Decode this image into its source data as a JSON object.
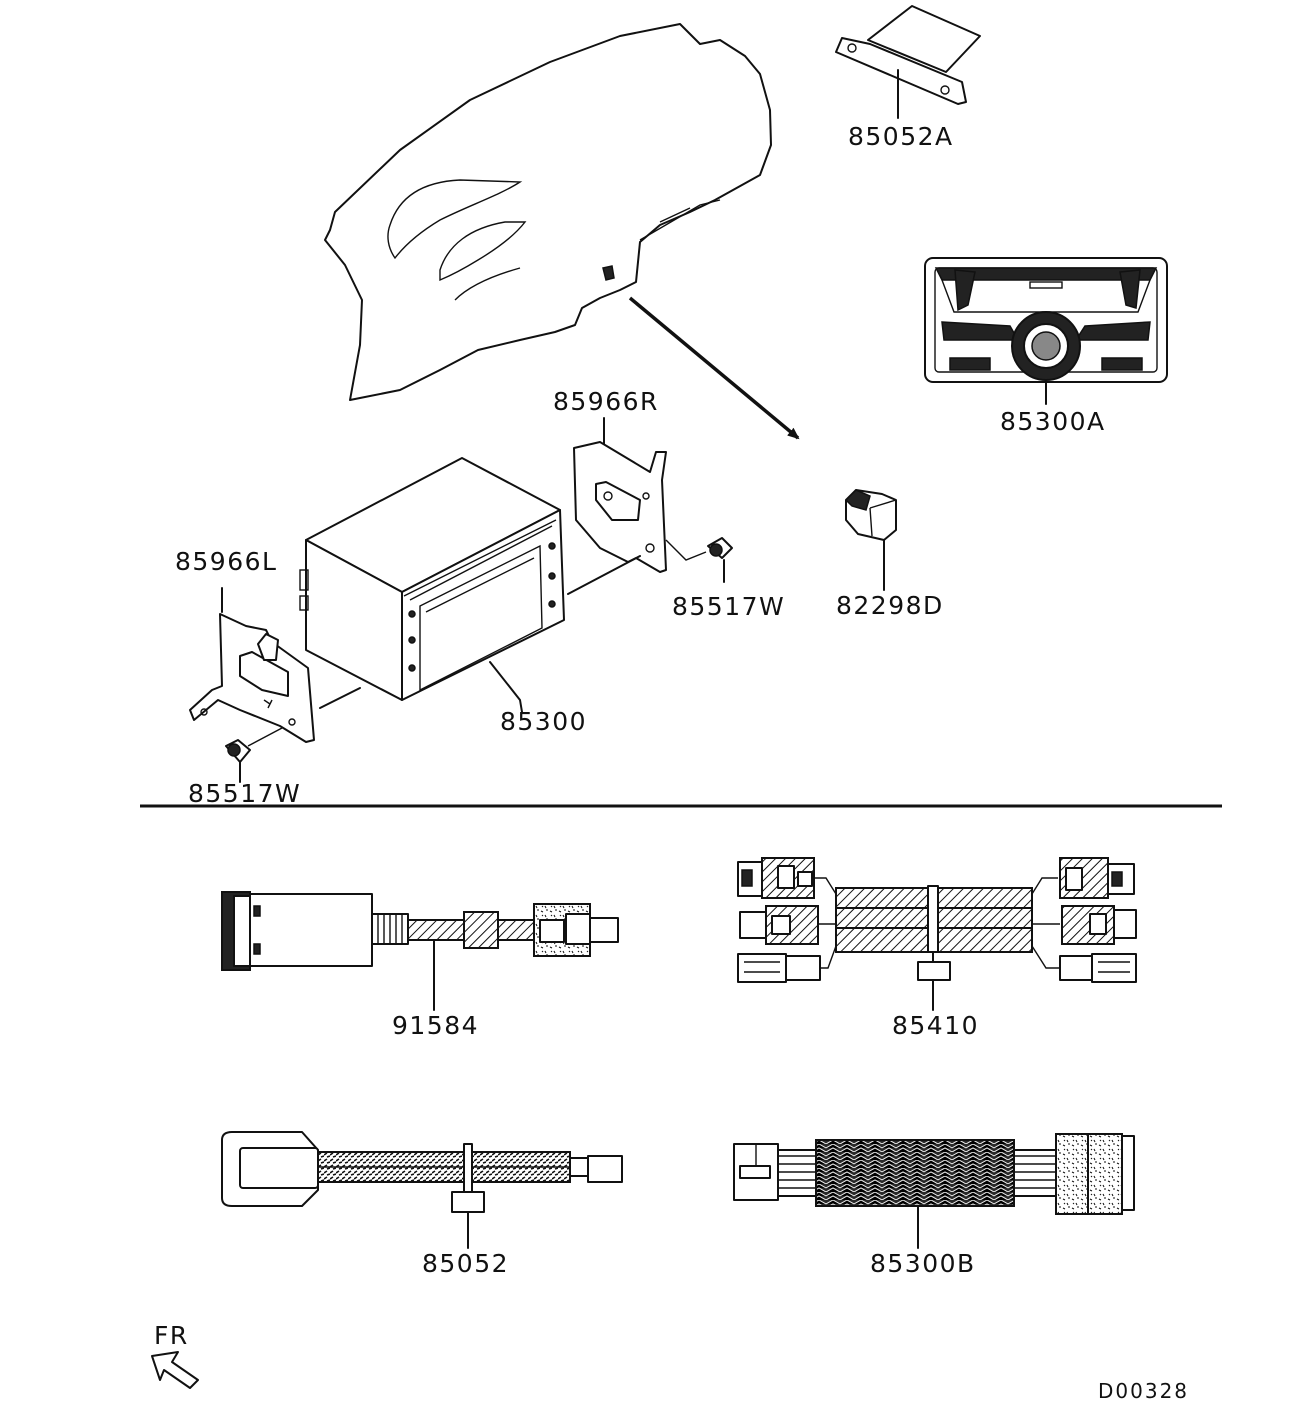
{
  "parts": [
    {
      "id": "p85052A",
      "label": "85052A"
    },
    {
      "id": "p85300A",
      "label": "85300A"
    },
    {
      "id": "p85966R",
      "label": "85966R"
    },
    {
      "id": "p85966L",
      "label": "85966L"
    },
    {
      "id": "p85517W_r",
      "label": "85517W"
    },
    {
      "id": "p82298D",
      "label": "82298D"
    },
    {
      "id": "p85300",
      "label": "85300"
    },
    {
      "id": "p85517W_l",
      "label": "85517W"
    },
    {
      "id": "p91584",
      "label": "91584"
    },
    {
      "id": "p85410",
      "label": "85410"
    },
    {
      "id": "p85052",
      "label": "85052"
    },
    {
      "id": "p85300B",
      "label": "85300B"
    }
  ],
  "direction_label": "FR",
  "diagram_code": "D00328"
}
